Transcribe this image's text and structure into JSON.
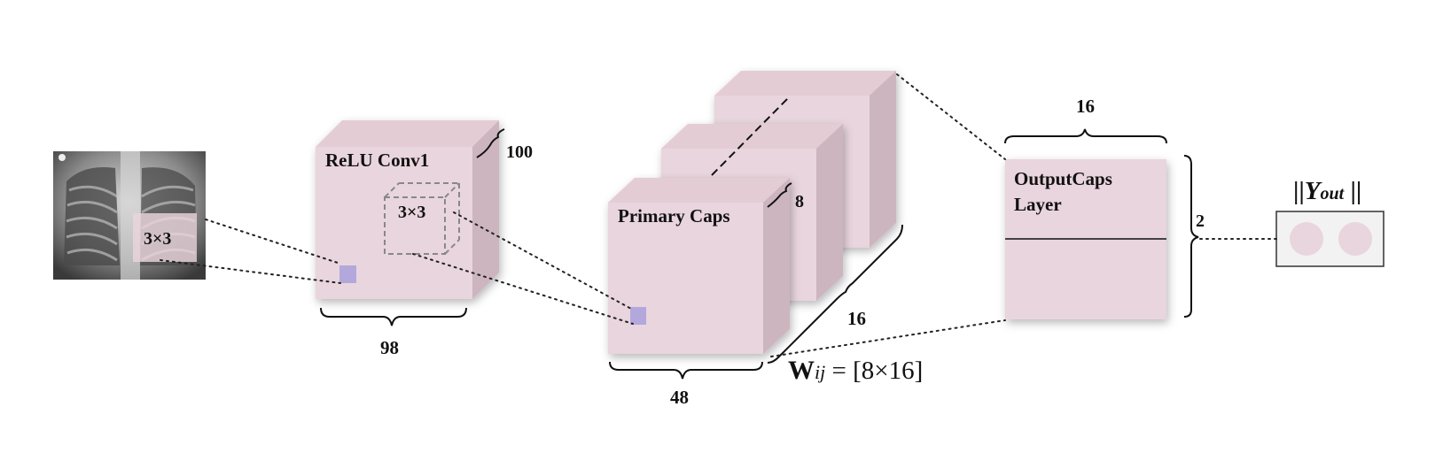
{
  "xray": {
    "kernel_label": "3×3"
  },
  "conv1": {
    "title": "ReLU Conv1",
    "kernel_label": "3×3",
    "depth_label": "100",
    "width_label": "98"
  },
  "primary_caps": {
    "title": "Primary Caps",
    "depth_label": "8",
    "stack_label": "16",
    "width_label": "48"
  },
  "weights": {
    "symbol": "W",
    "subscript": "ij",
    "equation": " = [8×16]"
  },
  "output_caps": {
    "title_line1": "OutputCaps",
    "title_line2": "Layer",
    "width_label": "16",
    "height_label": "2"
  },
  "output": {
    "label_left": "||",
    "symbol": "Y",
    "subscript": "out",
    "label_right": " ||"
  },
  "colors": {
    "capsule": "#e9d5dd",
    "kernel_cell": "#b3a8dc"
  }
}
